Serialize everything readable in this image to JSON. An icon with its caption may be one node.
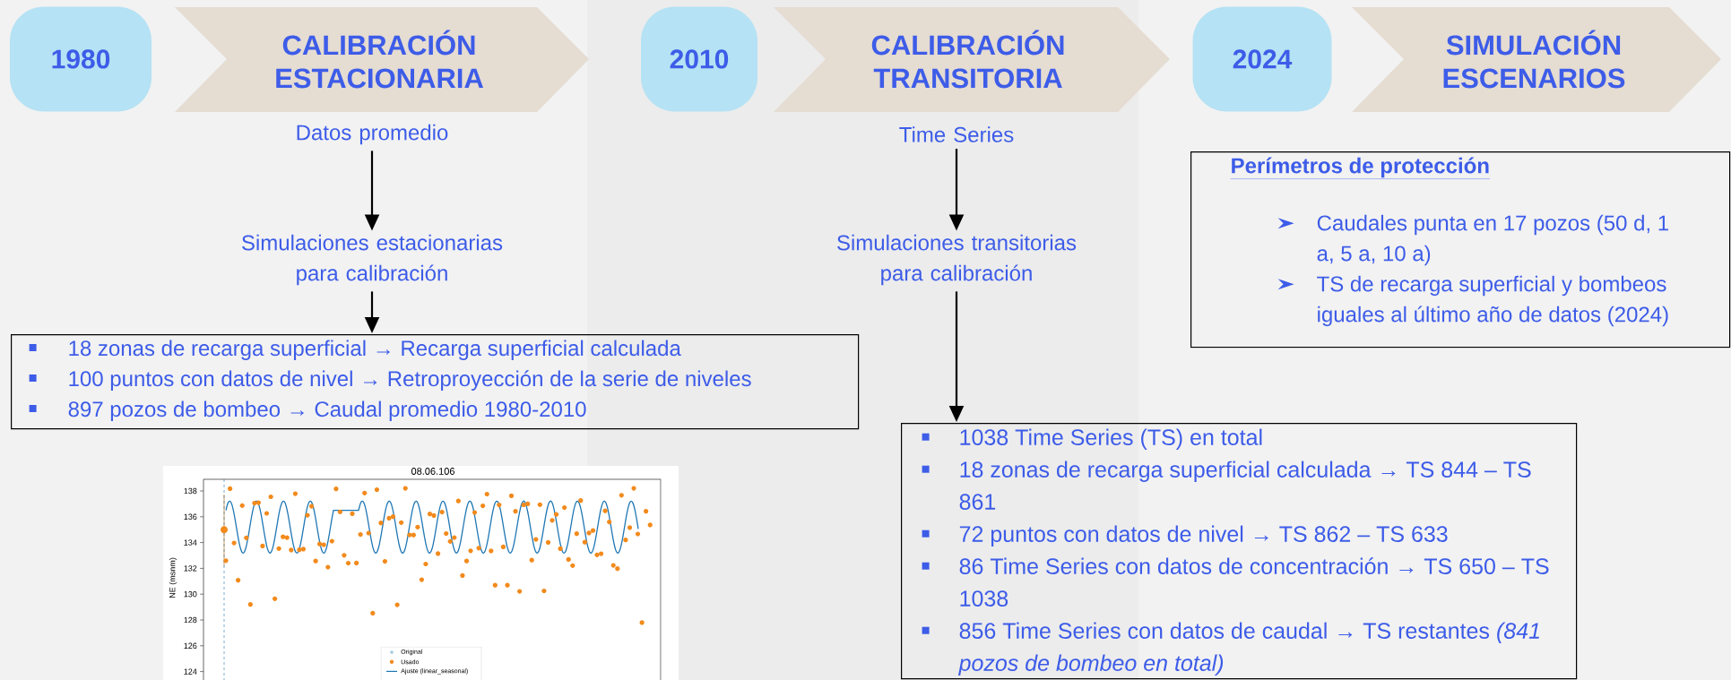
{
  "diagram": {
    "nodes": [
      {
        "text": [
          "1980"
        ]
      },
      {
        "text": [
          "CALIBRACIÓN ESTACIONARIA"
        ]
      },
      {
        "text": [
          "2010"
        ]
      },
      {
        "text": [
          "CALIBRACIÓN TRANSITORIA"
        ]
      },
      {
        "text": [
          "2024"
        ]
      },
      {
        "text": [
          "SIMULACIÓN ESCENARIOS"
        ]
      },
      {
        "text": [
          "Datos promedio"
        ]
      },
      {
        "text": [
          "Simulaciones estacionarias para calibración"
        ]
      },
      {
        "text": [
          "18 zonas de recarga superficial → Recarga superficial calculada",
          "100 puntos con datos de nivel → Retroproyección de la serie de niveles",
          "897 pozos de bombeo → Caudal promedio 1980-2010"
        ]
      },
      {
        "text": [
          "Time Series"
        ]
      },
      {
        "text": [
          "Simulaciones transitorias para calibración"
        ]
      },
      {
        "text": [
          "1038 Time Series (TS) en total",
          "18 zonas de recarga superficial calculada → TS 844 – TS 861",
          "72 puntos con datos de nivel → TS 862 – TS 633",
          "86 Time Series con datos de concentración → TS 650 – TS 1038",
          "856 Time Series con datos de caudal → TS restantes *(841 pozos de bombeo en total)*"
        ]
      },
      {
        "text": [
          "Perímetros de protección",
          "Caudales punta en 17 pozos (50 d, 1 a, 5 a, 10 a)",
          "TS de recarga superficial y bombeos iguales al último año de datos (2024)"
        ]
      }
    ],
    "edges": [
      {
        "from": 6,
        "to": 7,
        "arrow": "to"
      },
      {
        "from": 7,
        "to": 8,
        "arrow": "to"
      },
      {
        "from": 9,
        "to": 10,
        "arrow": "to"
      },
      {
        "from": 10,
        "to": 11,
        "arrow": "to"
      }
    ],
    "labels": [
      "08.06.106",
      "138",
      "136",
      "134",
      "132",
      "130",
      "128",
      "126",
      "124",
      "NE (msnm)"
    ],
    "legend": [
      {
        "text": "Original"
      },
      {
        "text": "Usado"
      },
      {
        "text": "Ajuste (linear_seasonal)"
      }
    ]
  }
}
